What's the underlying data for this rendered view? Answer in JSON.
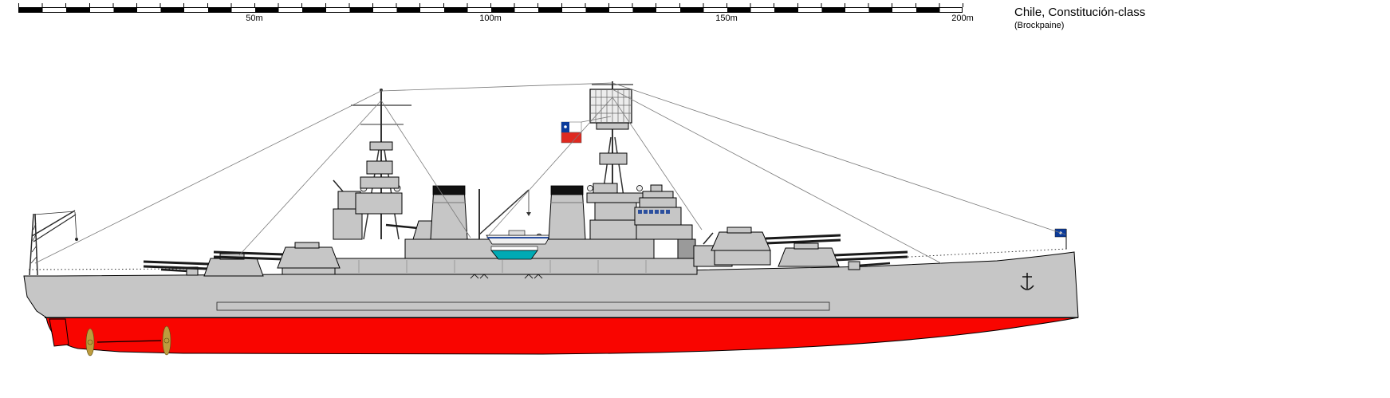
{
  "header": {
    "title": "Chile, Constitución-class",
    "credit": "(Brockpaine)"
  },
  "scalebar": {
    "labels": [
      "50m",
      "100m",
      "150m",
      "200m"
    ]
  },
  "colors": {
    "hull_gray": "#c6c6c6",
    "light_gray": "#ececec",
    "underwater_red": "#f90500",
    "propeller_gold": "#bd9c3e",
    "boat_teal": "#00aab4",
    "window_blue": "#2b4f9e",
    "flag_white": "#ffffff",
    "flag_red": "#df2920",
    "flag_blue": "#0a3a9a",
    "rigging_gray": "#7a7a7a",
    "funnel_cap_black": "#111111"
  }
}
